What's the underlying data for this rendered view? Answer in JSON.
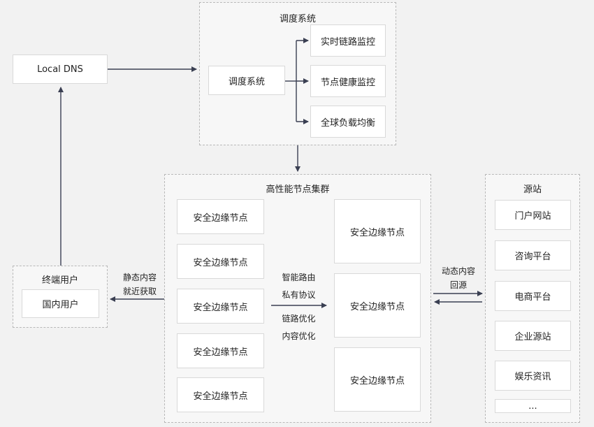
{
  "local_dns": "Local DNS",
  "scheduling": {
    "title": "调度系统",
    "inner": "调度系统",
    "items": [
      "实时链路监控",
      "节点健康监控",
      "全球负载均衡"
    ]
  },
  "cluster": {
    "title": "高性能节点集群",
    "left_nodes": [
      "安全边缘节点",
      "安全边缘节点",
      "安全边缘节点",
      "安全边缘节点",
      "安全边缘节点"
    ],
    "right_nodes": [
      "安全边缘节点",
      "安全边缘节点",
      "安全边缘节点"
    ],
    "middle_labels": [
      "智能路由",
      "私有协议",
      "链路优化",
      "内容优化"
    ]
  },
  "origin": {
    "title": "源站",
    "items": [
      "门户网站",
      "咨询平台",
      "电商平台",
      "企业源站",
      "娱乐资讯",
      "..."
    ]
  },
  "terminal": {
    "title": "终端用户",
    "inner": "国内用户"
  },
  "static_label": [
    "静态内容",
    "就近获取"
  ],
  "dynamic_label": [
    "动态内容",
    "回源"
  ],
  "colors": {
    "line": "#3a3f52",
    "border": "#d9d9d9",
    "dashed": "#b8b8b8",
    "bg": "#f2f2f2"
  }
}
